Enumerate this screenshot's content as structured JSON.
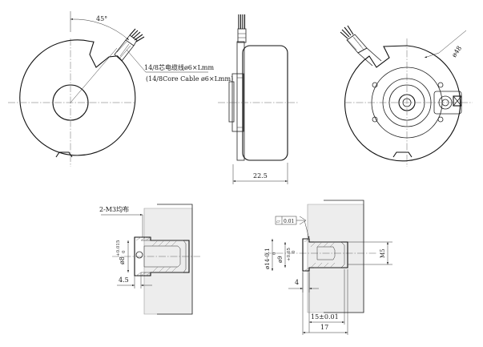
{
  "drawing": {
    "angle_label": "45°",
    "cable_note_cn": "14/8芯电缆线ø6×Lmm",
    "cable_note_en": "(14/8Core Cable ø6×Lmm)",
    "diameter_label": "ø48",
    "width_label": "22.5",
    "left_detail": {
      "thread_label": "2-M3均布",
      "bore_label": "ø8",
      "bore_tol_upper": "+0.015",
      "bore_tol_lower": "0",
      "depth_label": "4.5"
    },
    "right_detail": {
      "flatness_symbol": "⏥",
      "flatness_value": "0.01",
      "outer_dia_label": "ø14-0.1",
      "outer_dia_tol": "0",
      "bore_label": "ø9",
      "bore_tol_upper": "+0.05",
      "bore_tol_lower": "0",
      "thread_label": "M5",
      "depth_label": "4",
      "length_inner_label": "15±0.01",
      "length_outer_label": "17"
    }
  }
}
